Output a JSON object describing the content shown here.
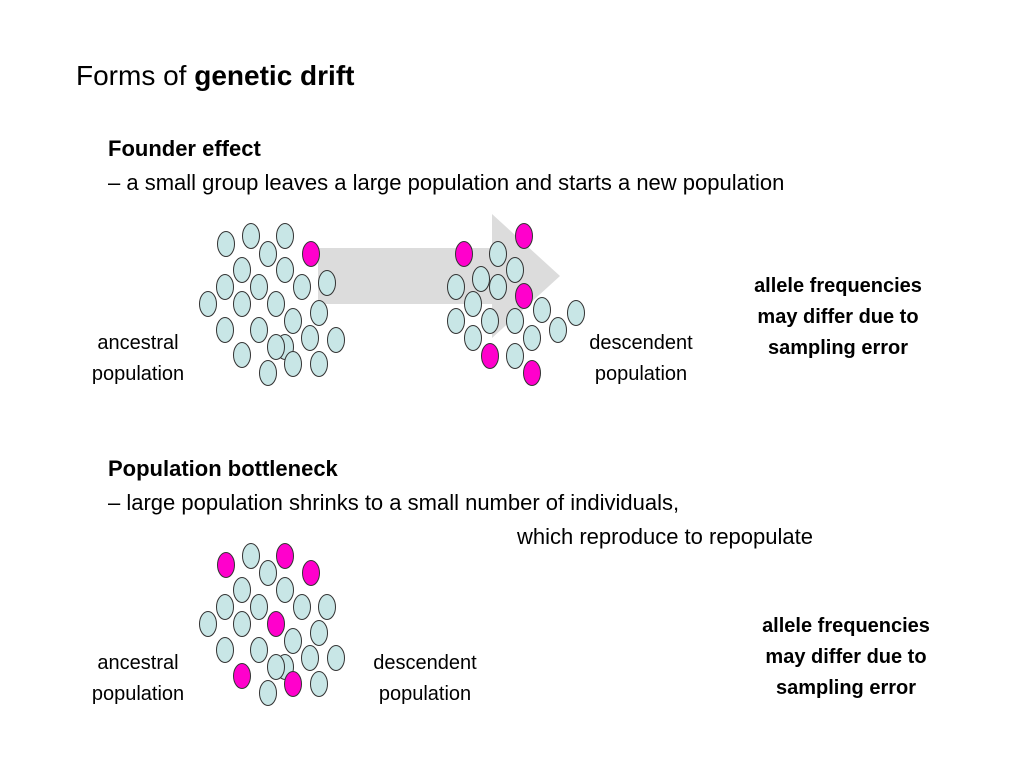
{
  "title": {
    "prefix": "Forms of ",
    "emphasis": "genetic drift"
  },
  "founder": {
    "heading": "Founder effect",
    "description": "– a small group leaves a large population and starts a new population",
    "ancestral_label": [
      "ancestral",
      "population"
    ],
    "descendent_label": [
      "descendent",
      "population"
    ],
    "note": [
      "allele frequencies",
      "may differ due to",
      "sampling error"
    ]
  },
  "bottleneck": {
    "heading": "Population bottleneck",
    "description_line1": "– large population shrinks to a small number of individuals,",
    "description_line2": "which reproduce to repopulate",
    "ancestral_label": [
      "ancestral",
      "population"
    ],
    "descendent_label": [
      "descendent",
      "population"
    ],
    "note": [
      "allele frequencies",
      "may differ due to",
      "sampling error"
    ]
  },
  "colors": {
    "common_allele": "#c8e6e6",
    "rare_allele": "#ff00cc",
    "arrow": "#dcdcdc",
    "outline": "#333333"
  }
}
